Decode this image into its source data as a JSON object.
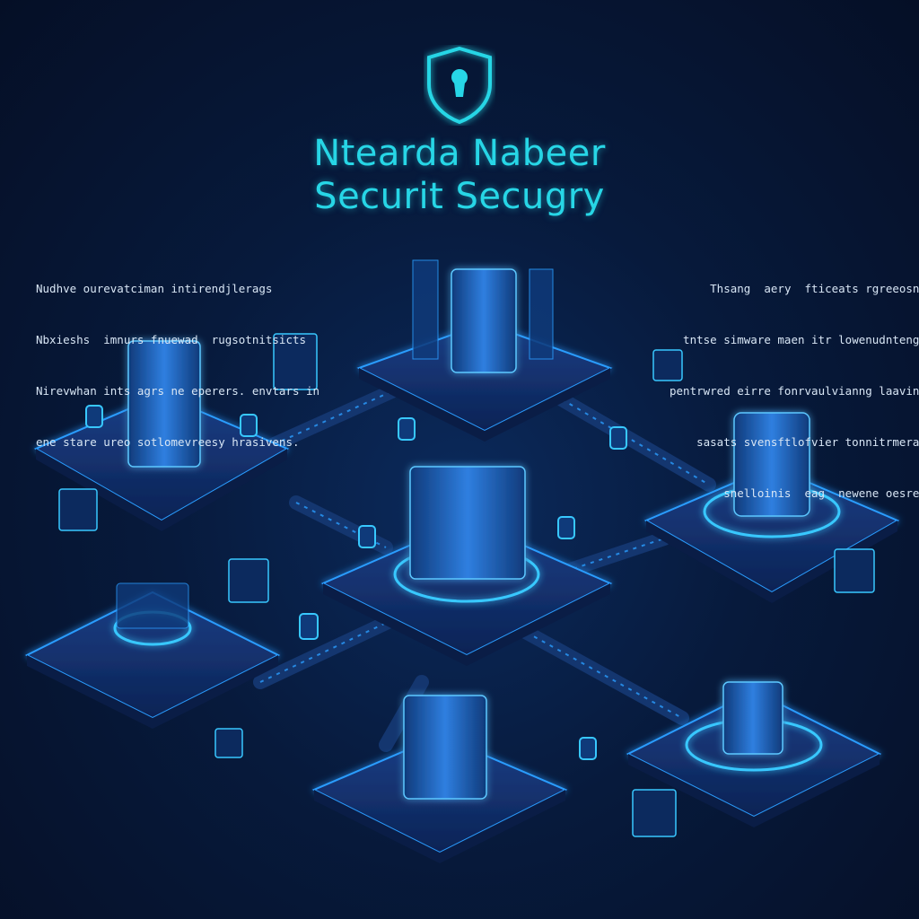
{
  "header": {
    "icon": "shield-lock-icon",
    "title_line1": "Ntearda Nabeer",
    "title_line2": "Securit Secugry"
  },
  "left_text": {
    "lines": [
      "Nudhve ourevatciman intirendjlerags",
      "Nbxieshs  imnurs fnuewad  rugsotnitsicts",
      "Nirevwhan ints agrs ne eperers. envtars in",
      "ene stare ureo sotlomevreesy hrasivens."
    ]
  },
  "right_text": {
    "lines": [
      "Thsang  aery  fticeats rgreeosntis",
      "tntse simware maen itr lowenudnteng ta",
      "pentrwred eirre fonrvaulvianng laavingre",
      "sasats svensftlofvier tonnitrmeragnt",
      "snelloinis  eag  newene oesreeo."
    ]
  },
  "colors": {
    "accent": "#27d6e6",
    "glow": "#2a9dff",
    "platform": "#0d2452",
    "background": "#06132e"
  },
  "diagram": {
    "platforms": [
      {
        "id": "top",
        "icon": "server-rack-icon"
      },
      {
        "id": "left",
        "icon": "server-tower-icon"
      },
      {
        "id": "center",
        "icon": "server-tower-icon"
      },
      {
        "id": "right",
        "icon": "database-icon"
      },
      {
        "id": "lower-left",
        "icon": "storage-ring-icon"
      },
      {
        "id": "bottom",
        "icon": "server-tower-icon"
      },
      {
        "id": "lower-right",
        "icon": "server-tower-icon"
      }
    ]
  }
}
